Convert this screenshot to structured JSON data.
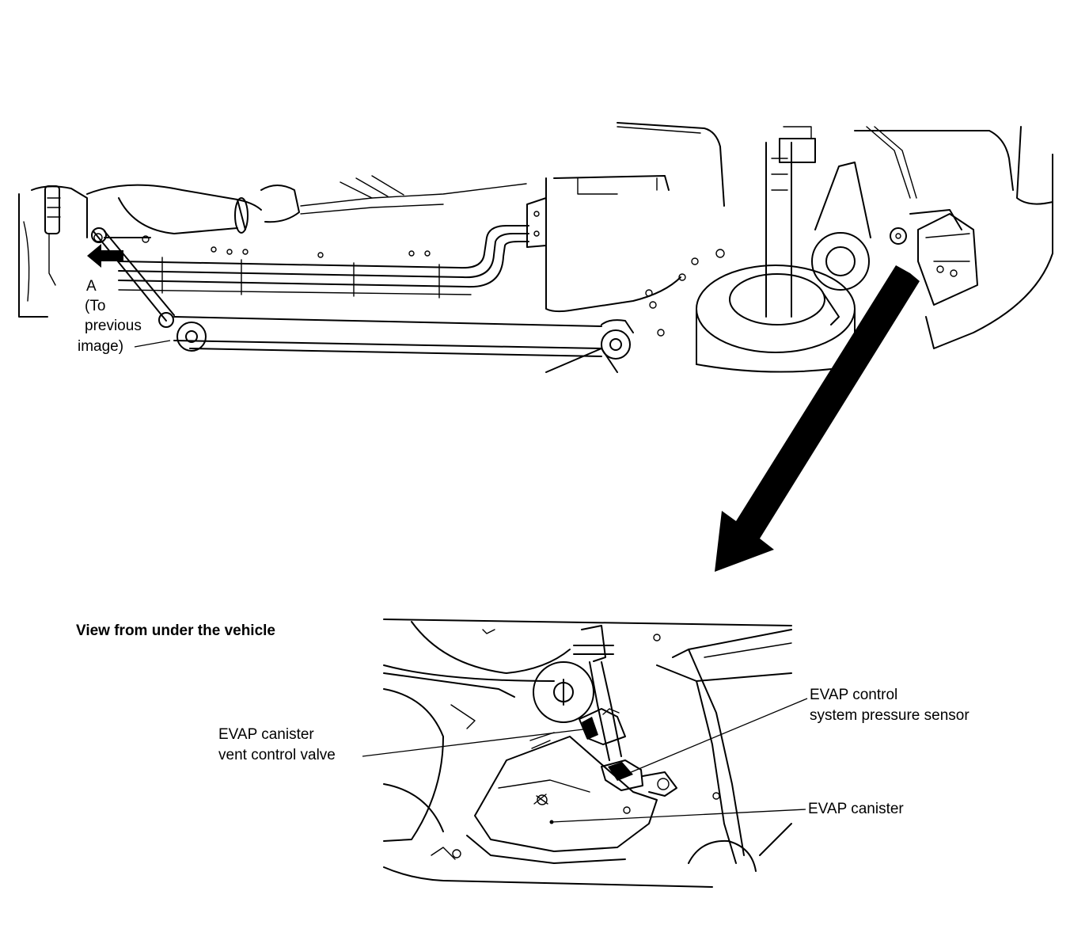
{
  "figure": {
    "label_a": "A",
    "label_a_note_line1": "(To",
    "label_a_note_line2": "previous",
    "label_a_note_line3": "image)"
  },
  "detail_view": {
    "title": "View from under the vehicle",
    "callouts": {
      "vent_valve_line1": "EVAP canister",
      "vent_valve_line2": "vent control valve",
      "pressure_sensor_line1": "EVAP control",
      "pressure_sensor_line2": "system pressure sensor",
      "canister": "EVAP canister"
    }
  }
}
